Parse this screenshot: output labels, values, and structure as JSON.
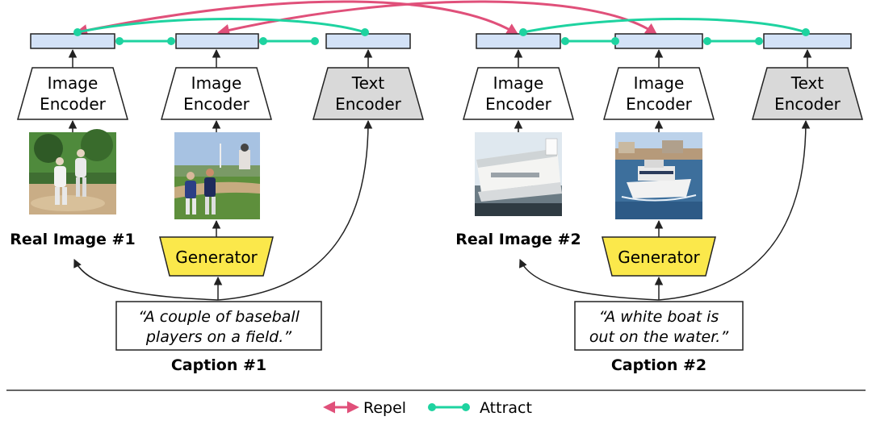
{
  "diagram": {
    "encoders": [
      {
        "id": "enc1",
        "line1": "Image",
        "line2": "Encoder",
        "kind": "image"
      },
      {
        "id": "enc2",
        "line1": "Image",
        "line2": "Encoder",
        "kind": "image"
      },
      {
        "id": "enc3",
        "line1": "Text",
        "line2": "Encoder",
        "kind": "text"
      },
      {
        "id": "enc4",
        "line1": "Image",
        "line2": "Encoder",
        "kind": "image"
      },
      {
        "id": "enc5",
        "line1": "Image",
        "line2": "Encoder",
        "kind": "image"
      },
      {
        "id": "enc6",
        "line1": "Text",
        "line2": "Encoder",
        "kind": "text"
      }
    ],
    "generators": [
      {
        "id": "gen1",
        "label": "Generator"
      },
      {
        "id": "gen2",
        "label": "Generator"
      }
    ],
    "real_images": [
      {
        "id": "real1",
        "label": "Real Image #1",
        "scene": "baseball-players-photo"
      },
      {
        "id": "real2",
        "label": "Real Image #2",
        "scene": "white-boat-photo"
      }
    ],
    "generated_images": [
      {
        "id": "genimg1",
        "scene": "generated-baseball-image"
      },
      {
        "id": "genimg2",
        "scene": "generated-boat-image"
      }
    ],
    "captions": [
      {
        "id": "cap1",
        "line1": "“A couple of baseball",
        "line2": "players on a field.”",
        "label": "Caption #1"
      },
      {
        "id": "cap2",
        "line1": "“A white boat is",
        "line2": "out on the water.”",
        "label": "Caption #2"
      }
    ],
    "legend": {
      "repel": "Repel",
      "attract": "Attract"
    },
    "colors": {
      "repel": "#e0507a",
      "attract": "#1ed3a0",
      "embedding_fill": "#d3e2f7",
      "text_encoder_fill": "#d9d9d9",
      "generator_fill": "#fbe84b"
    }
  }
}
